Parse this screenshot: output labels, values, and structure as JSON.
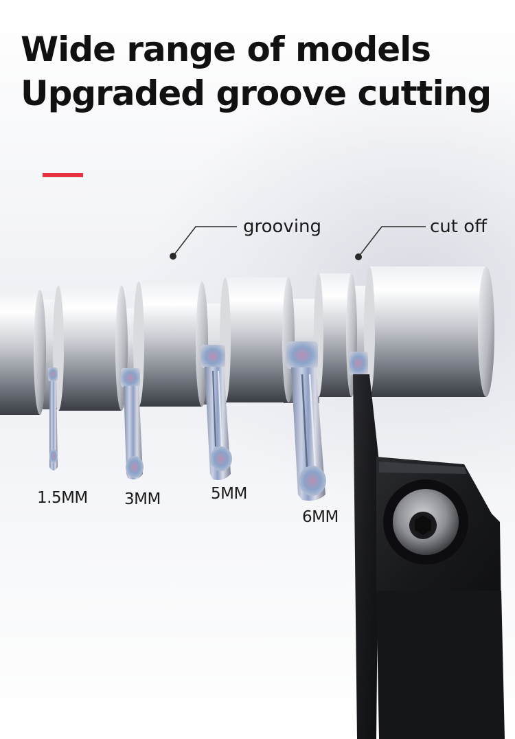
{
  "headline": {
    "line1": "Wide range of models",
    "line2": "Upgraded groove cutting"
  },
  "callouts": {
    "grooving": "grooving",
    "cut_off": "cut off"
  },
  "sizes": [
    "1.5MM",
    "3MM",
    "5MM",
    "6MM"
  ],
  "colors": {
    "accent": "#e8323f",
    "text": "#111111",
    "holder": "#1c1c1e"
  }
}
